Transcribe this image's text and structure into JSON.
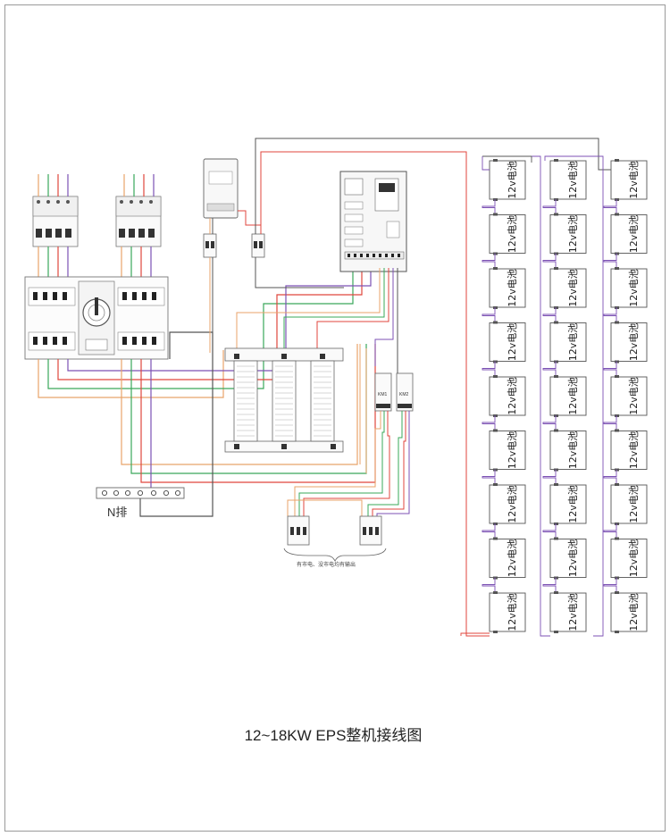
{
  "diagram": {
    "title": "12~18KW EPS整机接线图",
    "nbar_label": "N排",
    "output_note": "有市电、没市电均有输出",
    "contactor_labels": [
      "KM1",
      "KM2"
    ],
    "battery_label": "12v电池",
    "battery_columns": 3,
    "batteries_per_column": 9,
    "colors": {
      "red": "#e0463c",
      "green": "#3aa85a",
      "purple": "#7c52b4",
      "orange": "#e8a36a",
      "blue": "#4a6fd0",
      "gray": "#555555"
    }
  }
}
